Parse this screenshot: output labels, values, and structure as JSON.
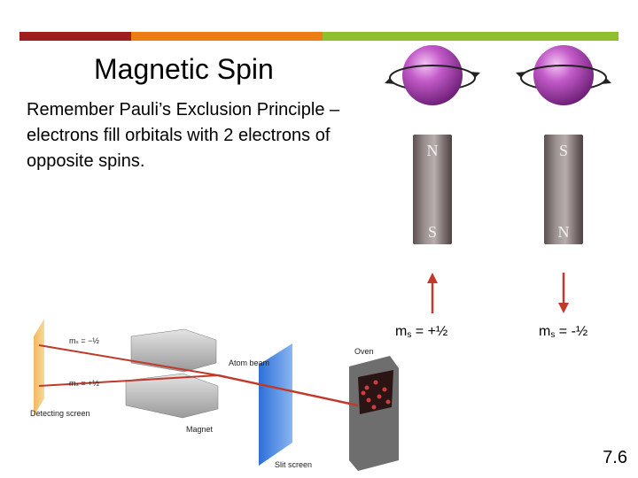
{
  "header": {
    "bar_colors": [
      "#a11c1c",
      "#f07c14",
      "#8fc02c"
    ]
  },
  "slide": {
    "title": "Magnetic Spin",
    "body": "Remember Pauli’s Exclusion Principle – electrons fill orbitals with 2 electrons of opposite spins.",
    "page_number": "7.6"
  },
  "spin_panels": [
    {
      "top_pole": "N",
      "bottom_pole": "S",
      "arrow": "up",
      "ms_prefix": "m",
      "ms_sub": "s",
      "ms_value": " = +½"
    },
    {
      "top_pole": "S",
      "bottom_pole": "N",
      "arrow": "down",
      "ms_prefix": "m",
      "ms_sub": "s",
      "ms_value": " = -½"
    }
  ],
  "experiment": {
    "labels": {
      "oven": "Oven",
      "atom_beam": "Atom beam",
      "magnet": "Magnet",
      "slit_screen": "Slit screen",
      "detecting_screen": "Detecting screen",
      "ms_minus": "mₛ = −½",
      "ms_plus": "mₛ = +½"
    }
  },
  "colors": {
    "sphere": "#b04ab8",
    "arrow": "#c0392b",
    "beam": "#c0392b"
  }
}
